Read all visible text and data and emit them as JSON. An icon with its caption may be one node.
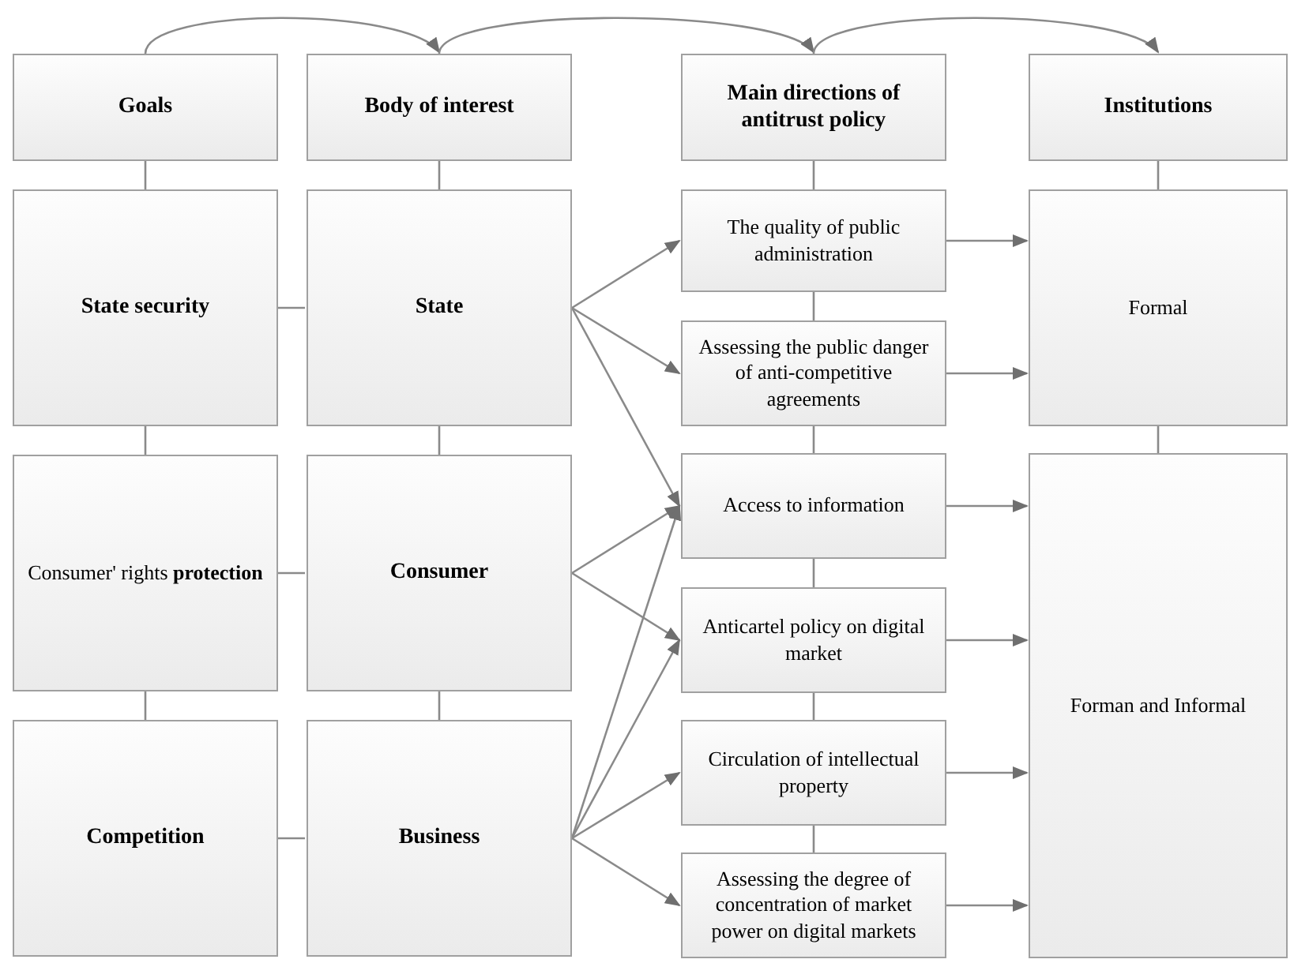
{
  "diagram": {
    "nodes": [
      {
        "text": [
          "Goals"
        ]
      },
      {
        "text": [
          "Body of interest"
        ]
      },
      {
        "text": [
          "Main directions of antitrust policy"
        ]
      },
      {
        "text": [
          "Institutions"
        ]
      },
      {
        "text": [
          "State security"
        ]
      },
      {
        "text": [
          "Consumer' rights **protection**"
        ]
      },
      {
        "text": [
          "Competition"
        ]
      },
      {
        "text": [
          "State"
        ]
      },
      {
        "text": [
          "Consumer"
        ]
      },
      {
        "text": [
          "Business"
        ]
      },
      {
        "text": [
          "The quality of public administration"
        ]
      },
      {
        "text": [
          "Assessing the public danger of anti-competitive agreements"
        ]
      },
      {
        "text": [
          "Access to information"
        ]
      },
      {
        "text": [
          "Anticartel policy on digital market"
        ]
      },
      {
        "text": [
          "Circulation of intellectual property"
        ]
      },
      {
        "text": [
          "Assessing the degree of concentration of market power on digital markets"
        ]
      },
      {
        "text": [
          "Formal"
        ]
      },
      {
        "text": [
          "Forman and Informal"
        ]
      }
    ],
    "edges": [
      {
        "from": 0,
        "to": 1,
        "arrow": "to"
      },
      {
        "from": 1,
        "to": 2,
        "arrow": "to"
      },
      {
        "from": 2,
        "to": 3,
        "arrow": "to"
      },
      {
        "from": 0,
        "to": 4,
        "arrow": "none"
      },
      {
        "from": 4,
        "to": 5,
        "arrow": "none"
      },
      {
        "from": 5,
        "to": 6,
        "arrow": "none"
      },
      {
        "from": 1,
        "to": 7,
        "arrow": "none"
      },
      {
        "from": 7,
        "to": 8,
        "arrow": "none"
      },
      {
        "from": 8,
        "to": 9,
        "arrow": "none"
      },
      {
        "from": 2,
        "to": 10,
        "arrow": "none"
      },
      {
        "from": 10,
        "to": 11,
        "arrow": "none"
      },
      {
        "from": 11,
        "to": 12,
        "arrow": "none"
      },
      {
        "from": 12,
        "to": 13,
        "arrow": "none"
      },
      {
        "from": 13,
        "to": 14,
        "arrow": "none"
      },
      {
        "from": 14,
        "to": 15,
        "arrow": "none"
      },
      {
        "from": 3,
        "to": 16,
        "arrow": "none"
      },
      {
        "from": 16,
        "to": 17,
        "arrow": "none"
      },
      {
        "from": 4,
        "to": 7,
        "arrow": "none"
      },
      {
        "from": 5,
        "to": 8,
        "arrow": "none"
      },
      {
        "from": 6,
        "to": 9,
        "arrow": "none"
      },
      {
        "from": 7,
        "to": 10,
        "arrow": "to"
      },
      {
        "from": 7,
        "to": 11,
        "arrow": "to"
      },
      {
        "from": 7,
        "to": 12,
        "arrow": "to"
      },
      {
        "from": 8,
        "to": 12,
        "arrow": "to"
      },
      {
        "from": 8,
        "to": 13,
        "arrow": "to"
      },
      {
        "from": 9,
        "to": 12,
        "arrow": "to"
      },
      {
        "from": 9,
        "to": 13,
        "arrow": "to"
      },
      {
        "from": 9,
        "to": 14,
        "arrow": "to"
      },
      {
        "from": 9,
        "to": 15,
        "arrow": "to"
      },
      {
        "from": 10,
        "to": 16,
        "arrow": "to"
      },
      {
        "from": 11,
        "to": 16,
        "arrow": "to"
      },
      {
        "from": 12,
        "to": 17,
        "arrow": "to"
      },
      {
        "from": 13,
        "to": 17,
        "arrow": "to"
      },
      {
        "from": 14,
        "to": 17,
        "arrow": "to"
      },
      {
        "from": 15,
        "to": 17,
        "arrow": "to"
      }
    ]
  }
}
